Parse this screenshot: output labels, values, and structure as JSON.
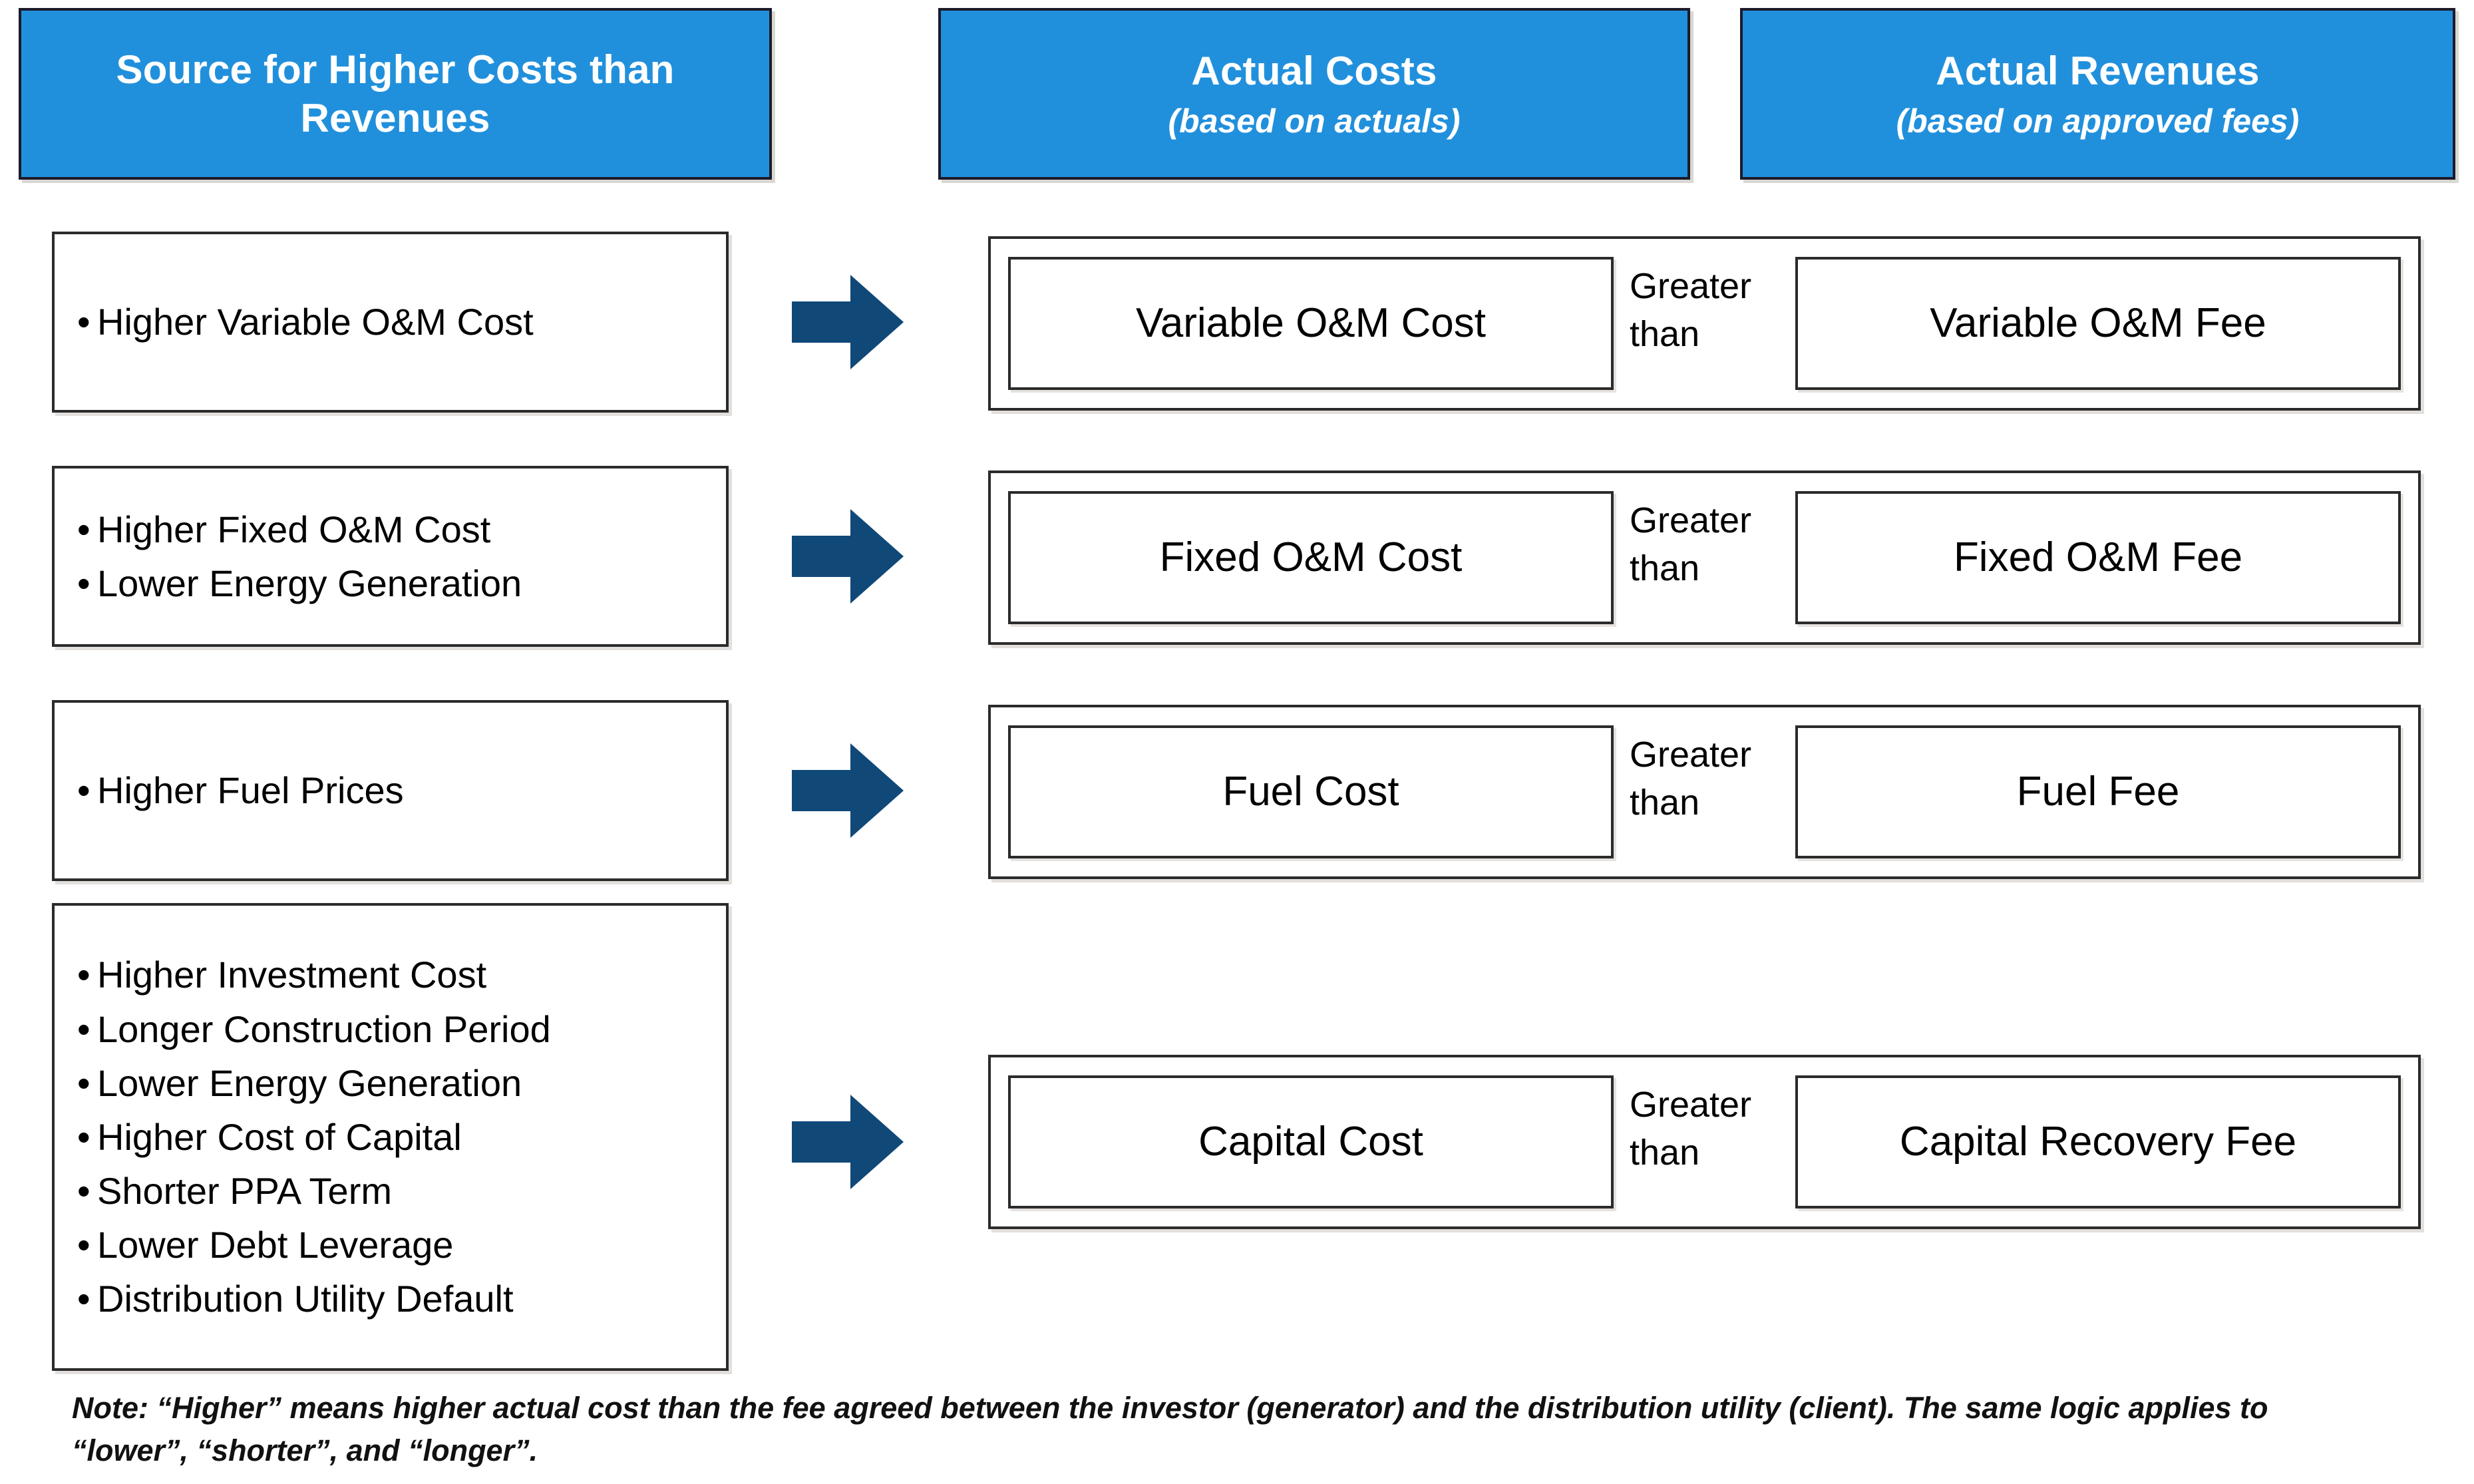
{
  "headers": [
    {
      "id": "source",
      "title": "Source for Higher Costs than Revenues",
      "subtitle": ""
    },
    {
      "id": "costs",
      "title": "Actual Costs",
      "subtitle": "(based on actuals)"
    },
    {
      "id": "revenues",
      "title": "Actual Revenues",
      "subtitle": "(based on approved fees)"
    }
  ],
  "colors": {
    "header_blue": "#2190DC",
    "arrow_navy": "#104878",
    "box_border": "#2b2b2b",
    "text": "#000000",
    "background": "#ffffff"
  },
  "rows": [
    {
      "sources": [
        "Higher Variable O&M Cost"
      ],
      "arrow": "arrow-right-icon",
      "cost": "Variable O&M Cost",
      "operator": "Greater than",
      "fee": "Variable O&M Fee"
    },
    {
      "sources": [
        "Higher Fixed O&M Cost",
        "Lower Energy Generation"
      ],
      "arrow": "arrow-right-icon",
      "cost": "Fixed O&M Cost",
      "operator": "Greater than",
      "fee": "Fixed O&M Fee"
    },
    {
      "sources": [
        "Higher Fuel Prices"
      ],
      "arrow": "arrow-right-icon",
      "cost": "Fuel Cost",
      "operator": "Greater than",
      "fee": "Fuel Fee"
    },
    {
      "sources": [
        "Higher Investment Cost",
        "Longer Construction Period",
        "Lower Energy Generation",
        "Higher Cost of Capital",
        "Shorter PPA Term",
        "Lower Debt Leverage",
        "Distribution Utility Default"
      ],
      "arrow": "arrow-right-icon",
      "cost": "Capital Cost",
      "operator": "Greater than",
      "fee": "Capital Recovery Fee"
    }
  ],
  "note": "Note: “Higher” means higher actual cost than the fee agreed between the investor (generator) and the distribution utility (client). The same logic applies to “lower”, “shorter”, and “longer”."
}
